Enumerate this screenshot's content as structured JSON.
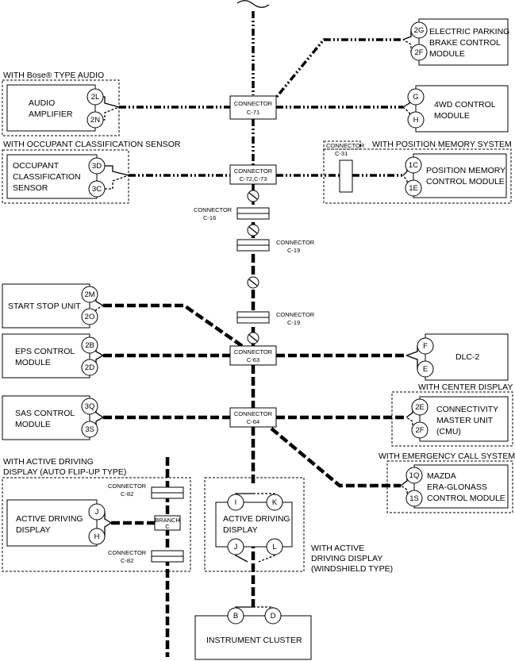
{
  "diagram": {
    "modules": {
      "epb": [
        "ELECTRIC PARKING",
        "BRAKE CONTROL",
        "MODULE"
      ],
      "audio_group": "WITH Bose® TYPE AUDIO",
      "audio": [
        "AUDIO",
        "AMPLIFIER"
      ],
      "fourwd": [
        "4WD CONTROL",
        "MODULE"
      ],
      "occ_group": "WITH OCCUPANT CLASSIFICATION SENSOR",
      "occ": [
        "OCCUPANT",
        "CLASSIFICATION",
        "SENSOR"
      ],
      "posmem_group": "WITH POSITION MEMORY SYSTEM",
      "posmem": [
        "POSITION MEMORY",
        "CONTROL MODULE"
      ],
      "start_stop": "START STOP UNIT",
      "eps": [
        "EPS CONTROL",
        "MODULE"
      ],
      "dlc": "DLC-2",
      "sas": [
        "SAS CONTROL",
        "MODULE"
      ],
      "center_group": "WITH CENTER DISPLAY",
      "cmu": [
        "CONNECTIVITY",
        "MASTER UNIT",
        "(CMU)"
      ],
      "ecall_group": "WITH EMERGENCY CALL SYSTEM",
      "ecall": [
        "MAZDA",
        "ERA-GLONASS",
        "CONTROL MODULE"
      ],
      "add_flip_group": [
        "WITH ACTIVE DRIVING",
        "DISPLAY (AUTO FLIP-UP TYPE)"
      ],
      "add_flip": [
        "ACTIVE DRIVING",
        "DISPLAY"
      ],
      "add_ws": [
        "ACTIVE DRIVING",
        "DISPLAY"
      ],
      "add_ws_group": [
        "WITH ACTIVE",
        "DRIVING DISPLAY",
        "(WINDSHIELD TYPE)"
      ],
      "cluster": "INSTRUMENT CLUSTER"
    },
    "connectors": {
      "c71": [
        "CONNECTOR",
        "C-71"
      ],
      "c7273": [
        "CONNECTOR",
        "C-72,C-73"
      ],
      "c16": [
        "CONNECTOR",
        "C-16"
      ],
      "c19a": [
        "CONNECTOR",
        "C-19"
      ],
      "c19b": [
        "CONNECTOR",
        "C-19"
      ],
      "c31": [
        "CONNECTOR",
        "C-31"
      ],
      "c63": [
        "CONNECTOR",
        "C-63"
      ],
      "c64": [
        "CONNECTOR",
        "C-64"
      ],
      "c82a": [
        "CONNECTOR",
        "C-82"
      ],
      "c82b": [
        "CONNECTOR",
        "C-82"
      ],
      "branch": [
        "BRANCH",
        "C"
      ]
    },
    "pins": {
      "epb": [
        "2G",
        "2F"
      ],
      "audio": [
        "2L",
        "2N"
      ],
      "fourwd": [
        "G",
        "H"
      ],
      "occ": [
        "3D",
        "3C"
      ],
      "posmem": [
        "1C",
        "1E"
      ],
      "start_stop": [
        "2M",
        "2O"
      ],
      "eps": [
        "2B",
        "2D"
      ],
      "dlc": [
        "F",
        "E"
      ],
      "sas": [
        "3Q",
        "3S"
      ],
      "cmu": [
        "2E",
        "2F"
      ],
      "ecall": [
        "1Q",
        "1S"
      ],
      "add_flip": [
        "J",
        "H"
      ],
      "add_ws_top": [
        "I",
        "K"
      ],
      "add_ws_bot": [
        "J",
        "L"
      ],
      "cluster": [
        "B",
        "D"
      ]
    }
  }
}
